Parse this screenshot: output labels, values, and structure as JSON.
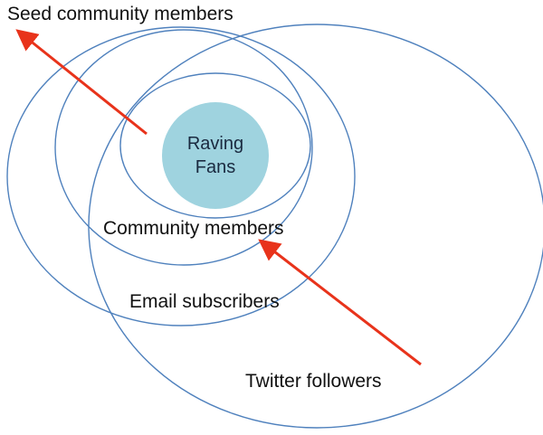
{
  "diagram": {
    "labels": {
      "seed_community_members": "Seed community members",
      "raving_fans_line1": "Raving",
      "raving_fans_line2": "Fans",
      "community_members": "Community members",
      "email_subscribers": "Email subscribers",
      "twitter_followers": "Twitter followers"
    },
    "colors": {
      "ring_stroke": "#4f81bd",
      "core_fill": "#9fd3df",
      "arrow": "#e8331b",
      "text": "#111111"
    }
  }
}
